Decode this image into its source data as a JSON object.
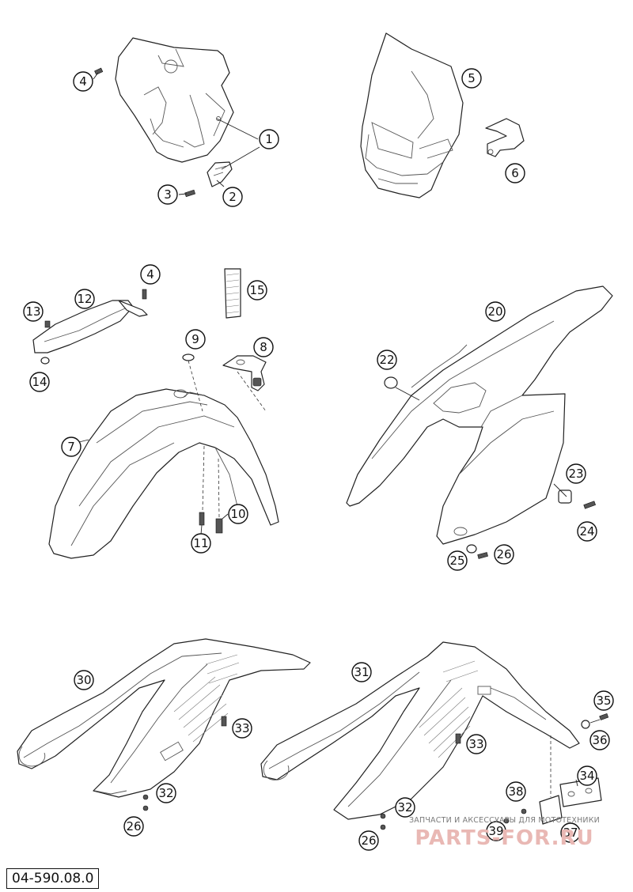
{
  "diagram": {
    "code": "04-590.08.0",
    "callouts": [
      "1",
      "2",
      "3",
      "4",
      "5",
      "6",
      "4",
      "8",
      "9",
      "7",
      "10",
      "11",
      "12",
      "13",
      "14",
      "15",
      "20",
      "22",
      "23",
      "24",
      "25",
      "26",
      "30",
      "33",
      "32",
      "26",
      "31",
      "33",
      "32",
      "26",
      "35",
      "36",
      "34",
      "38",
      "39",
      "37"
    ]
  },
  "watermark": {
    "subtitle": "ЗАПЧАСТИ И АКСЕССУАРЫ ДЛЯ МОТОТЕХНИКИ",
    "brand": "PARTS-FOR.RU"
  },
  "colors": {
    "line": "#222222",
    "watermark": "#e9b8b4"
  }
}
